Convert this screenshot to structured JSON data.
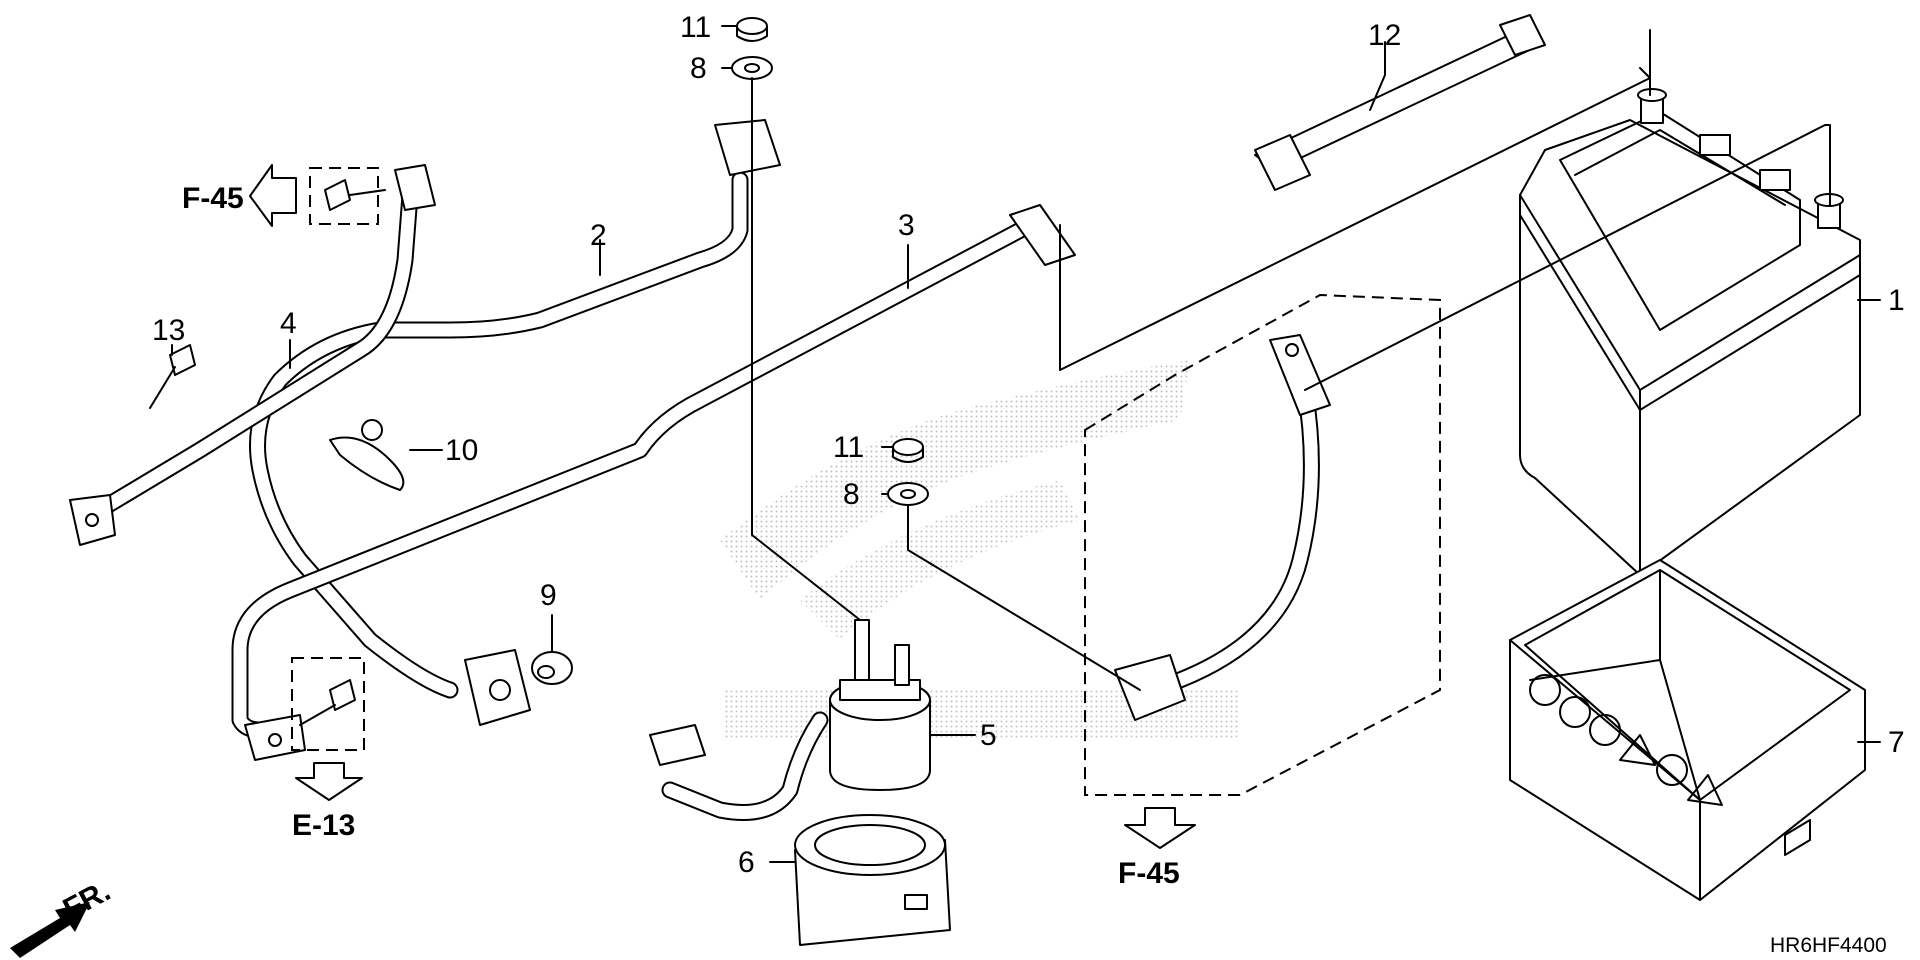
{
  "diagram": {
    "drawing_number": "HR6HF4400",
    "front_indicator": "FR.",
    "references": [
      {
        "id": "ref-f45-top",
        "text": "F-45"
      },
      {
        "id": "ref-e13",
        "text": "E-13"
      },
      {
        "id": "ref-f45-bottom",
        "text": "F-45"
      }
    ],
    "callouts": [
      {
        "id": "callout-1",
        "text": "1",
        "part": "battery"
      },
      {
        "id": "callout-2",
        "text": "2",
        "part": "starter-cable"
      },
      {
        "id": "callout-3",
        "text": "3",
        "part": "negative-cable"
      },
      {
        "id": "callout-4",
        "text": "4",
        "part": "ground-cable"
      },
      {
        "id": "callout-5",
        "text": "5",
        "part": "starter-relay"
      },
      {
        "id": "callout-6",
        "text": "6",
        "part": "relay-rubber-mount"
      },
      {
        "id": "callout-7",
        "text": "7",
        "part": "battery-case"
      },
      {
        "id": "callout-8a",
        "text": "8",
        "part": "washer"
      },
      {
        "id": "callout-8b",
        "text": "8",
        "part": "washer"
      },
      {
        "id": "callout-9",
        "text": "9",
        "part": "grommet"
      },
      {
        "id": "callout-10",
        "text": "10",
        "part": "cable-band"
      },
      {
        "id": "callout-11a",
        "text": "11",
        "part": "nut"
      },
      {
        "id": "callout-11b",
        "text": "11",
        "part": "nut"
      },
      {
        "id": "callout-12",
        "text": "12",
        "part": "battery-band"
      },
      {
        "id": "callout-13",
        "text": "13",
        "part": "bolt"
      }
    ]
  }
}
